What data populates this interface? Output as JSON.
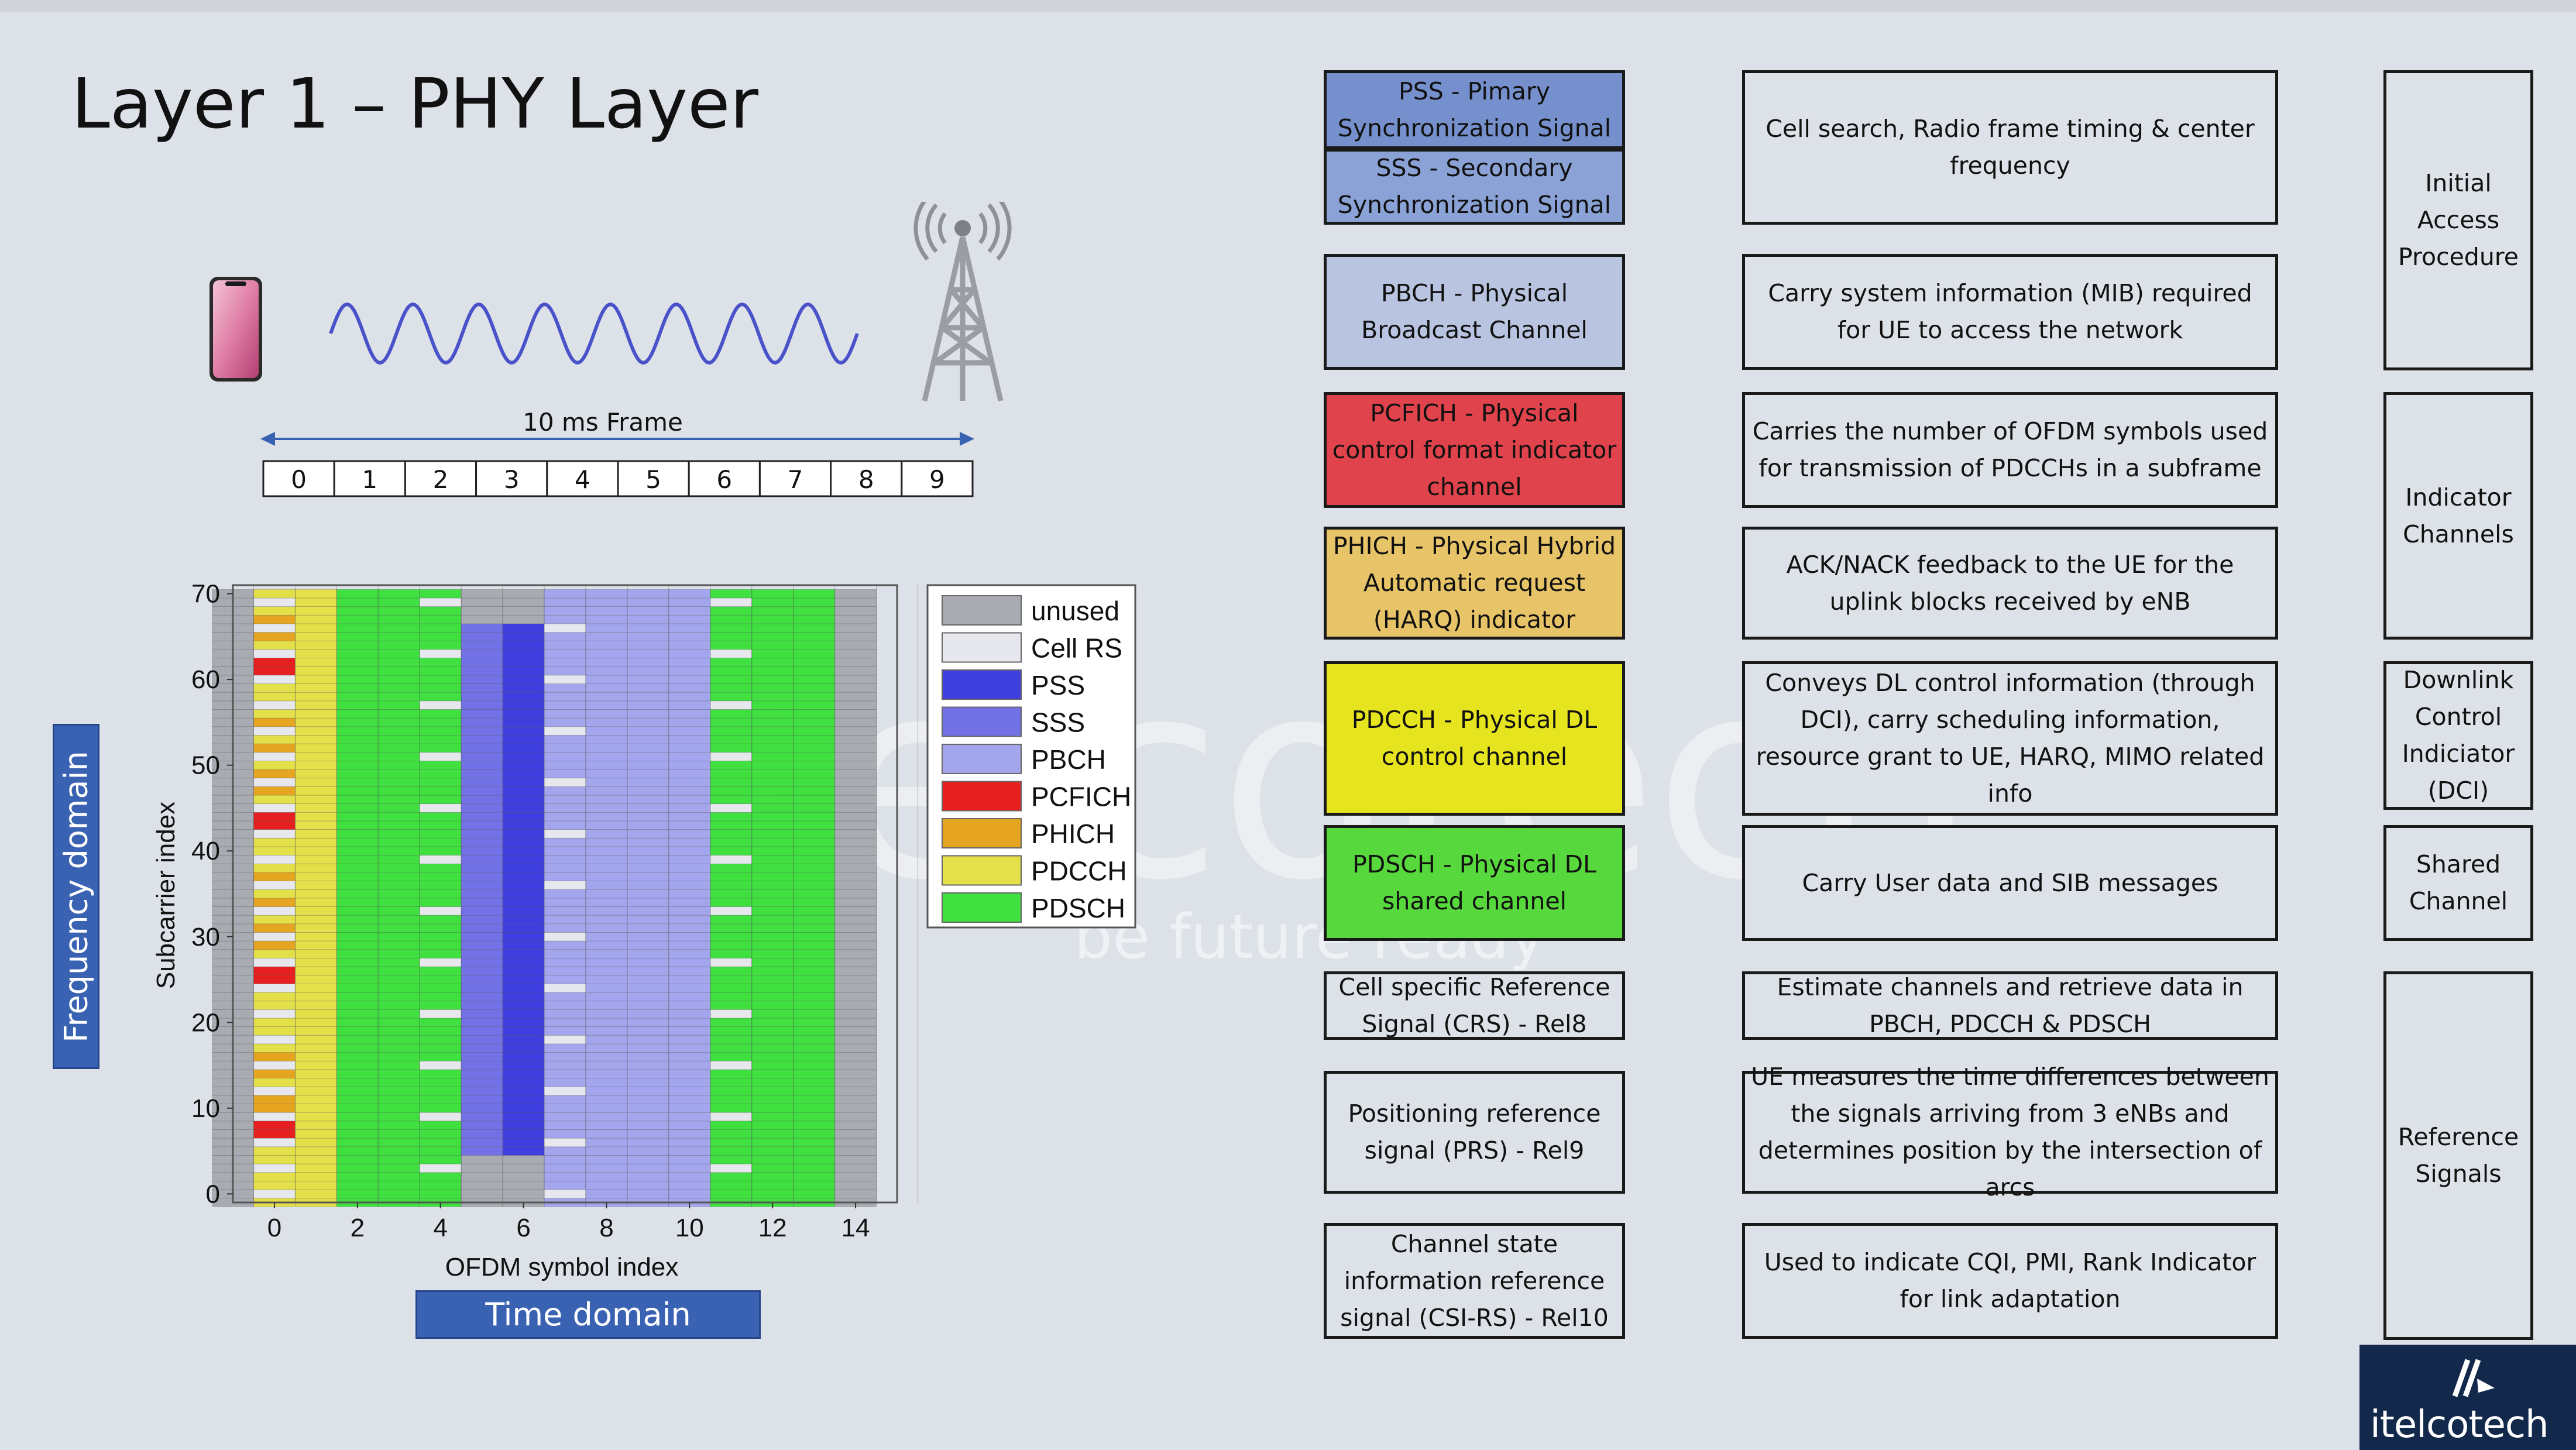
{
  "page": {
    "title": "Layer 1 – PHY Layer"
  },
  "frame": {
    "label": "10 ms Frame",
    "subframes": [
      "0",
      "1",
      "2",
      "3",
      "4",
      "5",
      "6",
      "7",
      "8",
      "9"
    ]
  },
  "domains": {
    "frequency": "Frequency domain",
    "time": "Time domain"
  },
  "channels": [
    {
      "name": "PSS - Pimary Synchronization Signal",
      "color": "#7590cc"
    },
    {
      "name": "SSS - Secondary Synchronization Signal",
      "color": "#8aa2d6"
    },
    {
      "name": "PBCH - Physical Broadcast Channel",
      "color": "#b8c4e0"
    },
    {
      "name": "PCFICH - Physical control format indicator channel",
      "color": "#e0434b"
    },
    {
      "name": "PHICH - Physical Hybrid Automatic request (HARQ) indicator",
      "color": "#e8c468"
    },
    {
      "name": "PDCCH - Physical DL control channel",
      "color": "#e6e41f"
    },
    {
      "name": "PDSCH - Physical DL shared channel",
      "color": "#57d83c"
    },
    {
      "name": "Cell specific Reference Signal (CRS) - Rel8",
      "color": "#dde1e8"
    },
    {
      "name": "Positioning reference signal (PRS) - Rel9",
      "color": "#dde1e8"
    },
    {
      "name": "Channel state information reference signal (CSI-RS) - Rel10",
      "color": "#dde1e8"
    }
  ],
  "descriptions": [
    "Cell search, Radio frame timing & center frequency",
    "Carry system information (MIB) required for UE to access the network",
    "Carries the number of OFDM symbols used for transmission of PDCCHs in a subframe",
    "ACK/NACK feedback to the UE for the uplink blocks received by eNB",
    "Conveys DL control information (through DCI), carry scheduling information, resource grant to UE, HARQ, MIMO related info",
    "Carry User data and SIB messages",
    "Estimate channels and retrieve data in PBCH, PDCCH & PDSCH",
    "UE measures the time differences between the signals arriving from 3 eNBs and determines position by the intersection of arcs",
    "Used to indicate CQI, PMI, Rank Indicator for link adaptation"
  ],
  "groups": [
    "Initial Access Procedure",
    "Indicator Channels",
    "Downlink Control Indiciator (DCI)",
    "Shared Channel",
    "Reference Signals"
  ],
  "watermark": {
    "brand": "itelcotech",
    "tagline": "be future ready"
  },
  "logo": {
    "text": "itelcotech"
  },
  "icons": {
    "phone": "smartphone-icon",
    "tower": "antenna-tower-icon",
    "wave": "radio-wave-icon"
  },
  "chart_data": {
    "type": "heatmap",
    "title": "",
    "xlabel": "OFDM symbol index",
    "ylabel": "Subcarrier index",
    "xlim": [
      -1,
      15
    ],
    "ylim": [
      -1,
      71
    ],
    "x_ticks": [
      0,
      2,
      4,
      6,
      8,
      10,
      12,
      14
    ],
    "y_ticks": [
      0,
      10,
      20,
      30,
      40,
      50,
      60,
      70
    ],
    "grid": true,
    "legend_position": "right",
    "legend": [
      {
        "name": "unused",
        "color": "#a9abb2"
      },
      {
        "name": "Cell RS",
        "color": "#e6e8ee"
      },
      {
        "name": "PSS",
        "color": "#3f3fe0"
      },
      {
        "name": "SSS",
        "color": "#7272e6"
      },
      {
        "name": "PBCH",
        "color": "#a3a6ec"
      },
      {
        "name": "PCFICH",
        "color": "#e62020"
      },
      {
        "name": "PHICH",
        "color": "#e6a520"
      },
      {
        "name": "PDCCH",
        "color": "#e3e04a"
      },
      {
        "name": "PDSCH",
        "color": "#3fe03f"
      }
    ],
    "columns": [
      {
        "symbol": -1,
        "type": "unused"
      },
      {
        "symbol": 0,
        "type": "PDCCH",
        "rs_every": 3,
        "rs_offset": 0
      },
      {
        "symbol": 1,
        "type": "PDCCH"
      },
      {
        "symbol": 2,
        "type": "PDSCH"
      },
      {
        "symbol": 3,
        "type": "PDSCH"
      },
      {
        "symbol": 4,
        "type": "PDSCH",
        "rs_every": 6,
        "rs_offset": 3
      },
      {
        "symbol": 5,
        "type": "SSS",
        "sync_range": [
          5,
          66
        ]
      },
      {
        "symbol": 6,
        "type": "PSS",
        "sync_range": [
          5,
          66
        ]
      },
      {
        "symbol": 7,
        "type": "PBCH",
        "rs_every": 6,
        "rs_offset": 0
      },
      {
        "symbol": 8,
        "type": "PBCH"
      },
      {
        "symbol": 9,
        "type": "PBCH"
      },
      {
        "symbol": 10,
        "type": "PBCH"
      },
      {
        "symbol": 11,
        "type": "PDSCH",
        "rs_every": 6,
        "rs_offset": 3
      },
      {
        "symbol": 12,
        "type": "PDSCH"
      },
      {
        "symbol": 13,
        "type": "PDSCH"
      },
      {
        "symbol": 14,
        "type": "unused"
      }
    ],
    "pcfich_subcarriers": [
      7,
      8,
      25,
      26,
      27,
      43,
      44,
      45,
      61,
      62,
      63
    ],
    "phich_subcarriers": [
      10,
      11,
      14,
      16,
      29,
      31,
      34,
      37,
      47,
      49,
      52,
      55,
      65,
      67
    ]
  }
}
